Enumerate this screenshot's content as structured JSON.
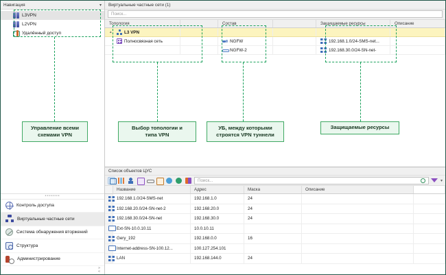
{
  "sidebar": {
    "header": {
      "title": "Навигация",
      "collapse_icon": "chevron-down-icon"
    },
    "tree": [
      {
        "label": "L3VPN",
        "icon": "vpn-icon",
        "selected": true
      },
      {
        "label": "L2VPN",
        "icon": "vpn-icon",
        "selected": false
      },
      {
        "label": "Удалённый доступ",
        "icon": "remote-access-icon",
        "selected": false
      }
    ],
    "modules": [
      {
        "label": "Контроль доступа",
        "icon": "globe-icon",
        "active": false
      },
      {
        "label": "Виртуальные частные сети",
        "icon": "vpn-network-icon",
        "active": true
      },
      {
        "label": "Система обнаружения вторжений",
        "icon": "ids-icon",
        "active": false
      },
      {
        "label": "Структура",
        "icon": "structure-icon",
        "active": false
      },
      {
        "label": "Администрирование",
        "icon": "administration-icon",
        "active": false
      }
    ]
  },
  "main": {
    "panel_title": "Виртуальные частные сети (1)",
    "search_placeholder": "Поиск...",
    "columns": [
      {
        "label": "Топология"
      },
      {
        "label": ""
      },
      {
        "label": "Состав"
      },
      {
        "label": ""
      },
      {
        "label": "Защищаемые ресурсы"
      },
      {
        "label": "Описание"
      }
    ],
    "rows": [
      {
        "type": "group",
        "expander": "collapse-icon",
        "icon": "l3vpn-icon",
        "topology": "L3 VPN",
        "col2": "",
        "member": "",
        "col4": "",
        "resource": "",
        "description": ""
      },
      {
        "type": "child",
        "icon": "mesh-topology-icon",
        "topology": "Полносвязная сеть",
        "col2": "",
        "member": "NGFW",
        "member_icon": "firewall-icon",
        "col4": "",
        "resource": "192.168.1.0/24-SMS-net...",
        "resource_icon": "network-object-icon",
        "description": ""
      },
      {
        "type": "child",
        "icon": "",
        "topology": "",
        "col2": "",
        "member": "NGFW-2",
        "member_icon": "firewall-link-icon",
        "col4": "",
        "resource": "192.168.30.0/24-SN-net-",
        "resource_icon": "network-object-icon",
        "description": ""
      }
    ]
  },
  "annotations": [
    {
      "text": "Управление всеми\nсхемами VPN",
      "line1": "Управление всеми",
      "line2": "схемами VPN"
    },
    {
      "text": "Выбор топологии и\nтипа VPN",
      "line1": "Выбор топологии и",
      "line2": "типа VPN"
    },
    {
      "text": "УБ, между которыми\nстроятся VPN туннели",
      "line1": "УБ, между которыми",
      "line2": "строятся VPN туннели"
    },
    {
      "text": "Защищаемые ресурсы",
      "line1": "Защищаемые ресурсы",
      "line2": ""
    }
  ],
  "bottom": {
    "panel_title": "Список объектов ЦУС",
    "search_placeholder": "Поиск...",
    "toolbar_icons": [
      "host-object-icon",
      "service-object-icon",
      "user-object-icon",
      "application-object-icon",
      "range-object-icon",
      "image-object-icon",
      "site-object-icon",
      "web-object-icon",
      "group-object-icon"
    ],
    "search_icon": "magnifier-icon",
    "filter_icon": "funnel-icon",
    "filter_caret": "caret-down-icon",
    "columns": [
      "Название",
      "Адрес",
      "Маска",
      "Описание"
    ],
    "rows": [
      {
        "icon": "network-object-icon",
        "name": "192.168.1.0/24-SMS-net",
        "address": "192.168.1.0",
        "mask": "24",
        "description": ""
      },
      {
        "icon": "network-object-icon",
        "name": "192.168.20.0/24-SN-net-2",
        "address": "192.168.20.0",
        "mask": "24",
        "description": ""
      },
      {
        "icon": "network-object-icon",
        "name": "192.168.30.0/24-SN-net",
        "address": "192.168.30.0",
        "mask": "24",
        "description": ""
      },
      {
        "icon": "host-object-icon",
        "name": "Ext-SN-10.0.10.11",
        "address": "10.0.10.11",
        "mask": "",
        "description": ""
      },
      {
        "icon": "network-object-icon",
        "name": "Gerу_192",
        "address": "192.168.0.0",
        "mask": "16",
        "description": ""
      },
      {
        "icon": "host-object-icon",
        "name": "Internet-address-SN-100.12...",
        "address": "100.127.254.101",
        "mask": "",
        "description": ""
      },
      {
        "icon": "network-object-icon",
        "name": "LAN",
        "address": "192.168.144.0",
        "mask": "24",
        "description": ""
      }
    ]
  },
  "colors": {
    "annotation_green": "#18a05a",
    "callout_fill": "#eaf7ee",
    "callout_border": "#3ea862",
    "group_row_yellow": "#fcf4bf",
    "panel_gray": "#f0f0f0",
    "frame_border": "#1f5548"
  }
}
